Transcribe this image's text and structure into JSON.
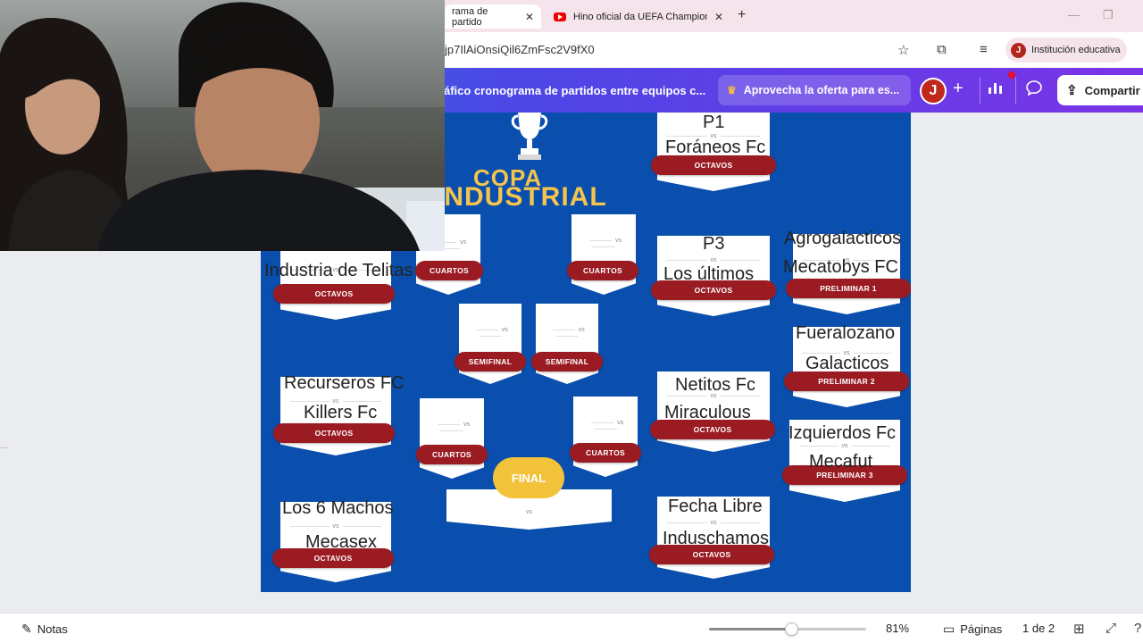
{
  "browser": {
    "tabs": [
      {
        "label": "rama de partido",
        "active": true
      },
      {
        "label": "Hino oficial da UEFA Champion",
        "active": false
      }
    ],
    "close_glyph": "✕",
    "new_tab_glyph": "+",
    "url": "jp7IlAiOnsiQil6ZmFsc2V9fX0",
    "profile": {
      "initial": "J",
      "label": "Institución educativa"
    }
  },
  "canva": {
    "doc_title": "áfico cronograma de partidos entre equipos c...",
    "offer_label": "Aprovecha la oferta para es...",
    "user_initial": "J",
    "add_glyph": "+",
    "share_label": "Compartir"
  },
  "design": {
    "copa": "COPA",
    "industrial": "INDUSTRIAL",
    "vs": "vs",
    "final_label": "FINAL",
    "matches": [
      {
        "id": "p1",
        "pill": "OCTAVOS",
        "team_a": "P1",
        "team_b": "Foráneos Fc"
      },
      {
        "id": "p3",
        "pill": "OCTAVOS",
        "team_a": "P3",
        "team_b": "Los últimos"
      },
      {
        "id": "left1",
        "pill": "OCTAVOS",
        "team_a": "",
        "team_b": "Industria de Telitas Fc"
      },
      {
        "id": "left2",
        "pill": "OCTAVOS",
        "team_a": "Recurseros FC",
        "team_b": "Killers Fc"
      },
      {
        "id": "left3",
        "pill": "OCTAVOS",
        "team_a": "Los 6 Machos",
        "team_b": "Mecasex"
      },
      {
        "id": "right2",
        "pill": "OCTAVOS",
        "team_a": "Netitos Fc",
        "team_b": "Miraculous"
      },
      {
        "id": "right3",
        "pill": "OCTAVOS",
        "team_a": "Fecha Libre",
        "team_b": "Induschamos"
      },
      {
        "id": "pre1",
        "pill": "PRELIMINAR 1",
        "team_a": "Agrogalacticos",
        "team_b": "Mecatobys FC"
      },
      {
        "id": "pre2",
        "pill": "PRELIMINAR 2",
        "team_a": "Fueralozano",
        "team_b": "Galacticos"
      },
      {
        "id": "pre3",
        "pill": "PRELIMINAR 3",
        "team_a": "Izquierdos Fc",
        "team_b": "Mecafut"
      }
    ],
    "cuartos": "CUARTOS",
    "semifinal": "SEMIFINAL"
  },
  "bottombar": {
    "notes_label": "Notas",
    "zoom": "81%",
    "zoom_level_fraction": 0.52,
    "pages_label": "Páginas",
    "page_count": "1 de 2"
  },
  "icons": [
    "star-icon",
    "extensions-icon",
    "media-icon",
    "crown-icon",
    "chart-icon",
    "comment-icon",
    "share-icon",
    "notes-icon",
    "pages-grid-icon",
    "fullscreen-icon",
    "help-icon"
  ]
}
